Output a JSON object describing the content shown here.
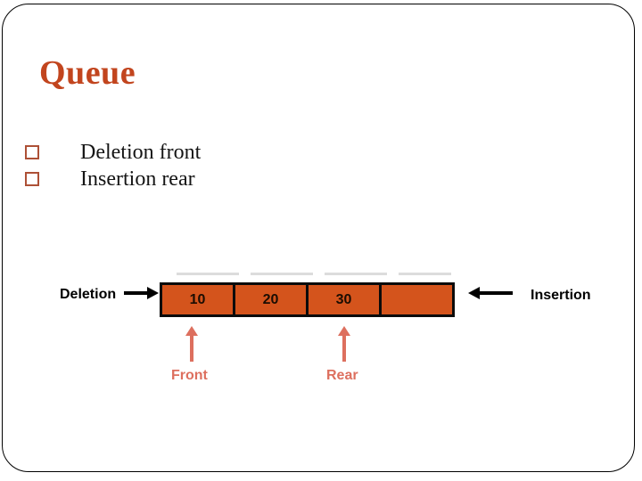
{
  "slide": {
    "title": "Queue",
    "bullets": [
      {
        "marker": "square-outline",
        "text": "Deletion front"
      },
      {
        "marker": "square-outline",
        "text": "Insertion rear"
      }
    ]
  },
  "diagram": {
    "deletion_label": "Deletion",
    "insertion_label": "Insertion",
    "cells": [
      {
        "value": "10"
      },
      {
        "value": "20"
      },
      {
        "value": "30"
      },
      {
        "value": ""
      }
    ],
    "front_label": "Front",
    "rear_label": "Rear"
  },
  "colors": {
    "title": "#C2451E",
    "bullet_marker": "#AD5036",
    "cell_fill": "#D4541C",
    "cell_border": "#0B0B0B",
    "black_arrow": "#000000",
    "pointer_accent": "#DD6F5E",
    "slide_border": "#000000"
  }
}
